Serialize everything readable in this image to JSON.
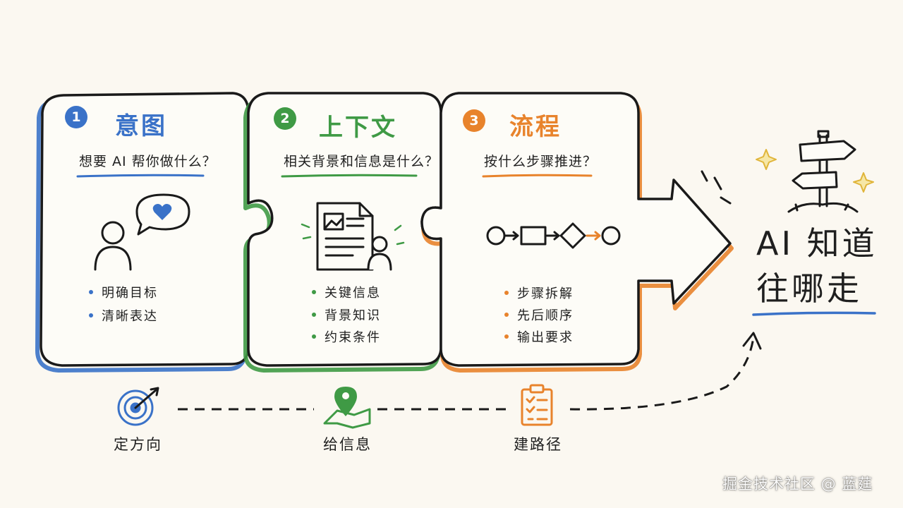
{
  "colors": {
    "blue": "#3a72c8",
    "green": "#3f9a45",
    "orange": "#e8832c",
    "ink": "#1a1a1a",
    "gold": "#e0b53a"
  },
  "steps": [
    {
      "number": "1",
      "title": "意图",
      "question": "想要 AI 帮你做什么？",
      "bullets": [
        "明确目标",
        "清晰表达"
      ]
    },
    {
      "number": "2",
      "title": "上下文",
      "question": "相关背景和信息是什么？",
      "bullets": [
        "关键信息",
        "背景知识",
        "约束条件"
      ]
    },
    {
      "number": "3",
      "title": "流程",
      "question": "按什么步骤推进？",
      "bullets": [
        "步骤拆解",
        "先后顺序",
        "输出要求"
      ]
    }
  ],
  "result": {
    "line1": "AI 知道",
    "line2": "往哪走"
  },
  "path": [
    {
      "label": "定方向",
      "icon": "target-icon"
    },
    {
      "label": "给信息",
      "icon": "map-pin-icon"
    },
    {
      "label": "建路径",
      "icon": "clipboard-checklist-icon"
    }
  ],
  "icons": {
    "step1": [
      "person-icon",
      "heart-speech-bubble-icon"
    ],
    "step2": [
      "document-person-icon"
    ],
    "step3": [
      "flowchart-icon"
    ],
    "result": [
      "signpost-icon",
      "sparkle-icon"
    ]
  },
  "watermark": "掘金技术社区 @ 蓝莛"
}
